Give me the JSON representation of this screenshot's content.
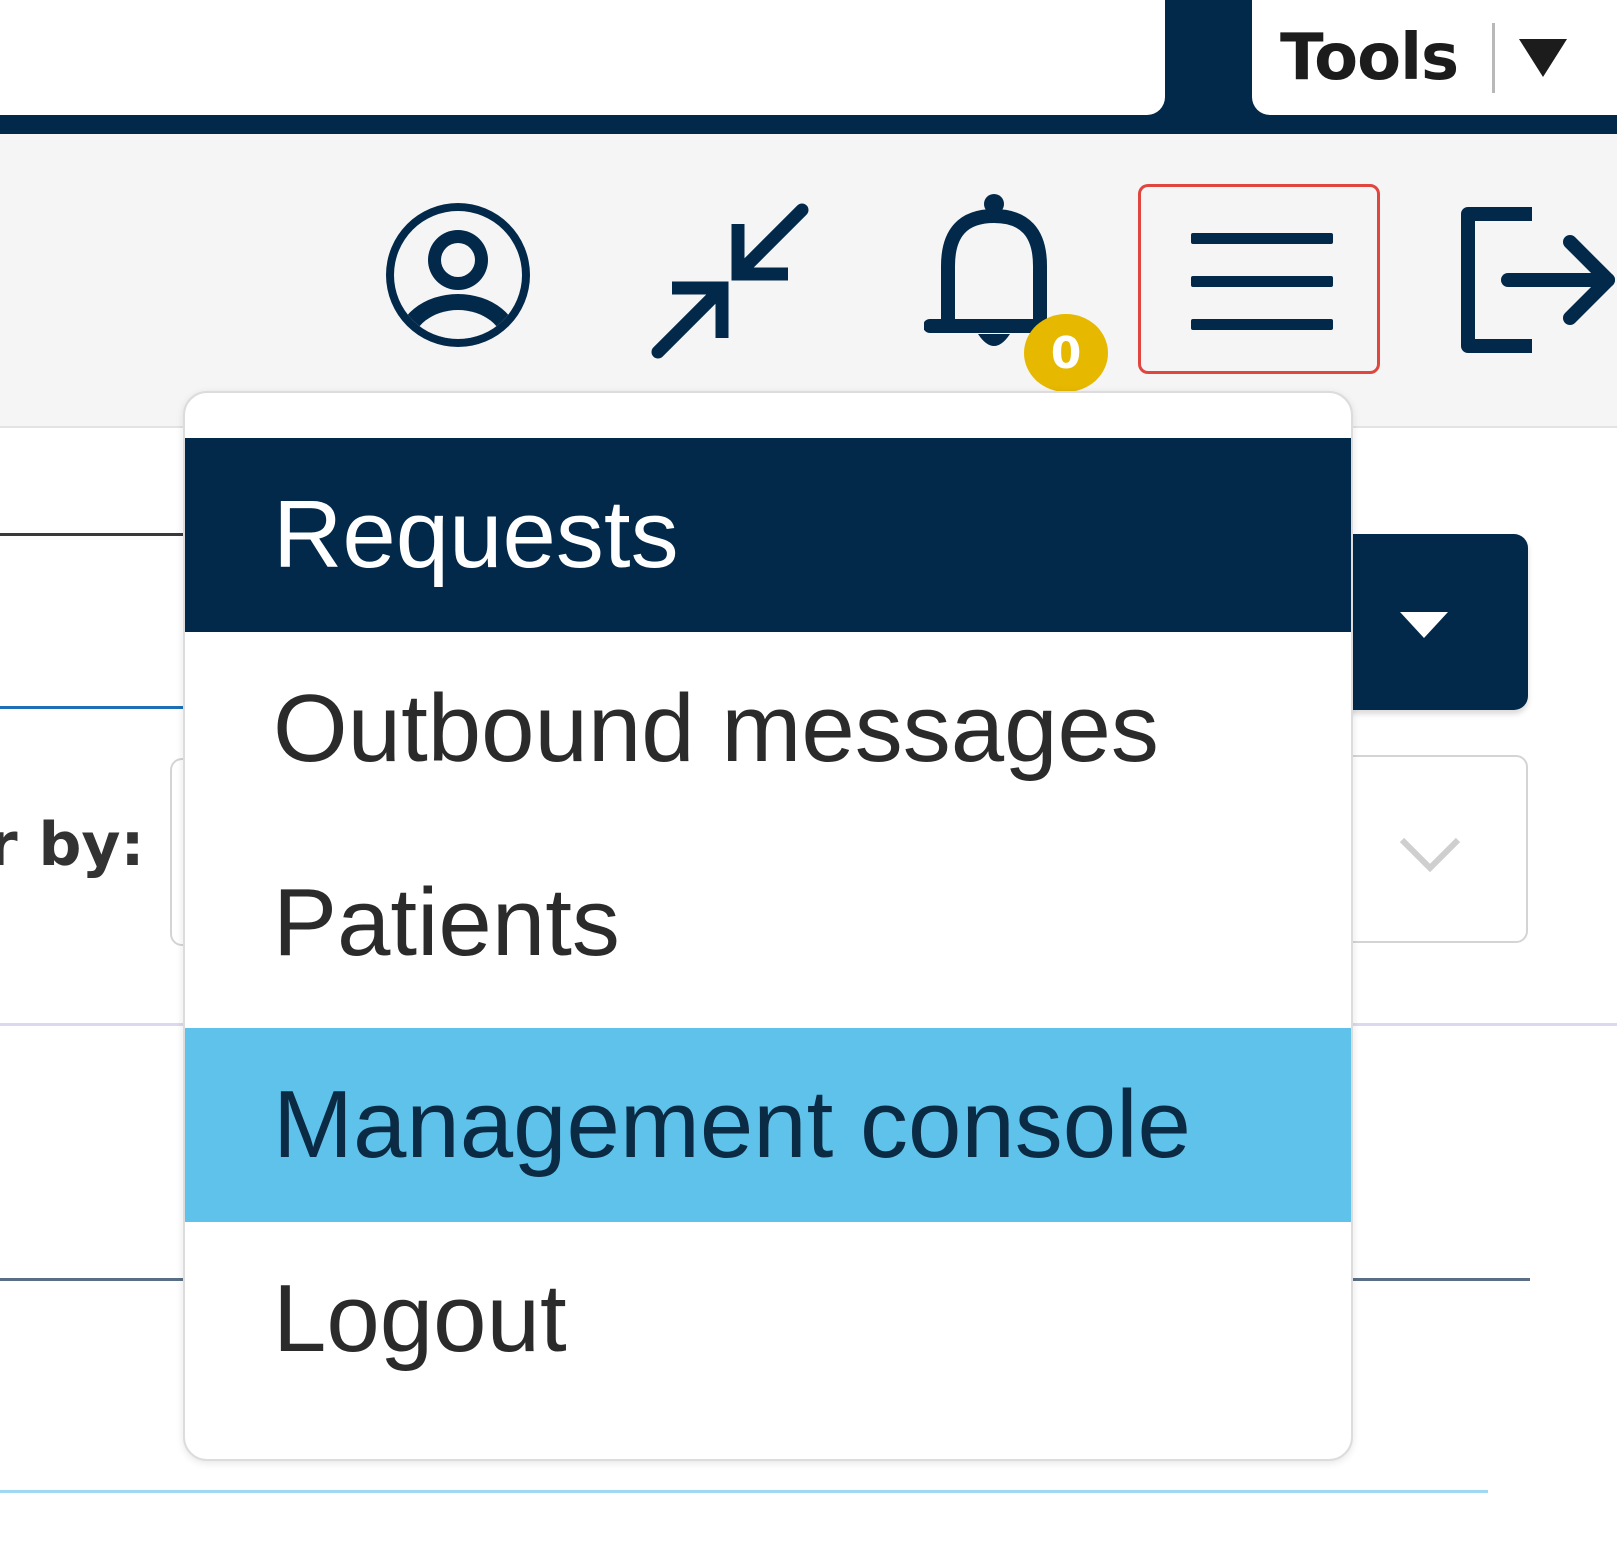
{
  "header": {
    "tools_label": "Tools",
    "tools_caret_icon": "caret-down-icon"
  },
  "toolbar": {
    "icons": [
      "user-account-icon",
      "collapse-icon",
      "bell-icon",
      "hamburger-menu-icon",
      "logout-icon"
    ],
    "notification_count": "0",
    "badge_color": "#e6b800",
    "menu_highlight_color": "#e0463e"
  },
  "page": {
    "filter_label": "r by:"
  },
  "menu": {
    "items": [
      {
        "label": "Requests",
        "state": "active"
      },
      {
        "label": "Outbound messages",
        "state": "normal"
      },
      {
        "label": "Patients",
        "state": "normal"
      },
      {
        "label": "Management console",
        "state": "hover"
      },
      {
        "label": "Logout",
        "state": "normal"
      }
    ]
  },
  "colors": {
    "brand_dark": "#03294a",
    "hover_blue": "#5fc2ea",
    "toolbar_bg": "#f5f5f5"
  }
}
